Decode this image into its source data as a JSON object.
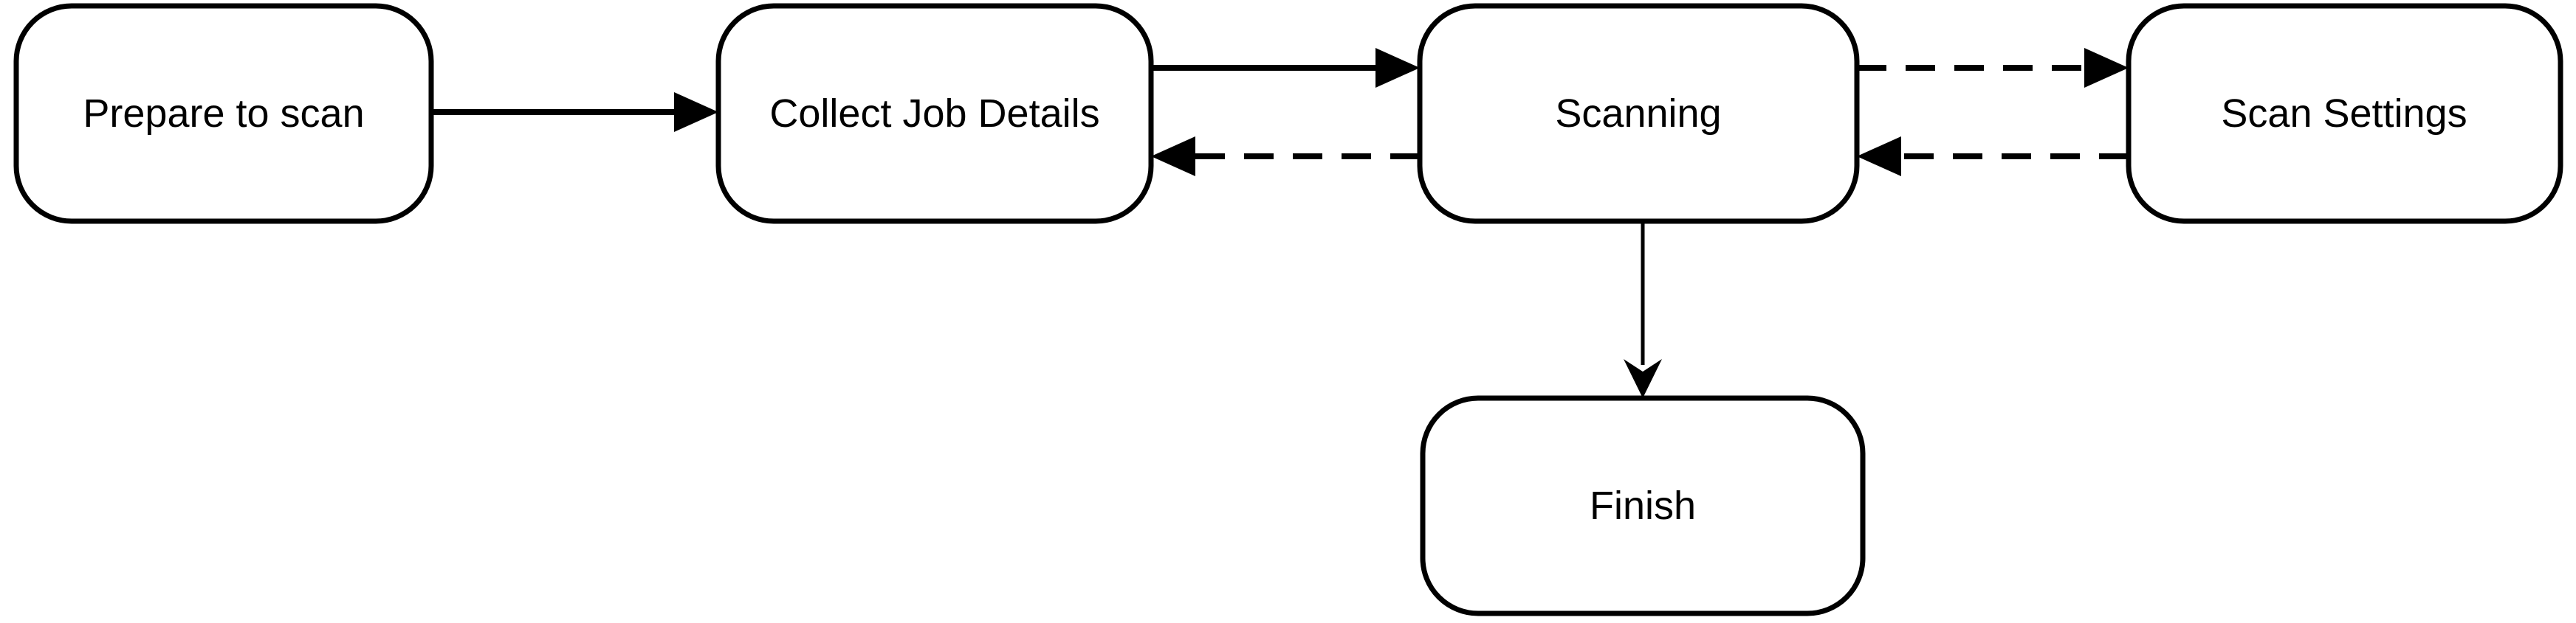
{
  "diagram": {
    "type": "flowchart",
    "background_color": "#ffffff",
    "node_fill_color": "#ffffff",
    "line_color": "#000000",
    "nodes": [
      {
        "id": "prepare-to-scan",
        "label": "Prepare to scan"
      },
      {
        "id": "collect-job-details",
        "label": "Collect Job Details"
      },
      {
        "id": "scanning",
        "label": "Scanning"
      },
      {
        "id": "scan-settings",
        "label": "Scan Settings"
      },
      {
        "id": "finish",
        "label": "Finish"
      }
    ],
    "edges": [
      {
        "from": "prepare-to-scan",
        "to": "collect-job-details",
        "style": "solid",
        "direction": "right"
      },
      {
        "from": "collect-job-details",
        "to": "scanning",
        "style": "solid",
        "direction": "right"
      },
      {
        "from": "scanning",
        "to": "collect-job-details",
        "style": "dashed",
        "direction": "left"
      },
      {
        "from": "scanning",
        "to": "scan-settings",
        "style": "dashed",
        "direction": "right"
      },
      {
        "from": "scan-settings",
        "to": "scanning",
        "style": "dashed",
        "direction": "left"
      },
      {
        "from": "scanning",
        "to": "finish",
        "style": "solid",
        "direction": "down"
      }
    ]
  }
}
